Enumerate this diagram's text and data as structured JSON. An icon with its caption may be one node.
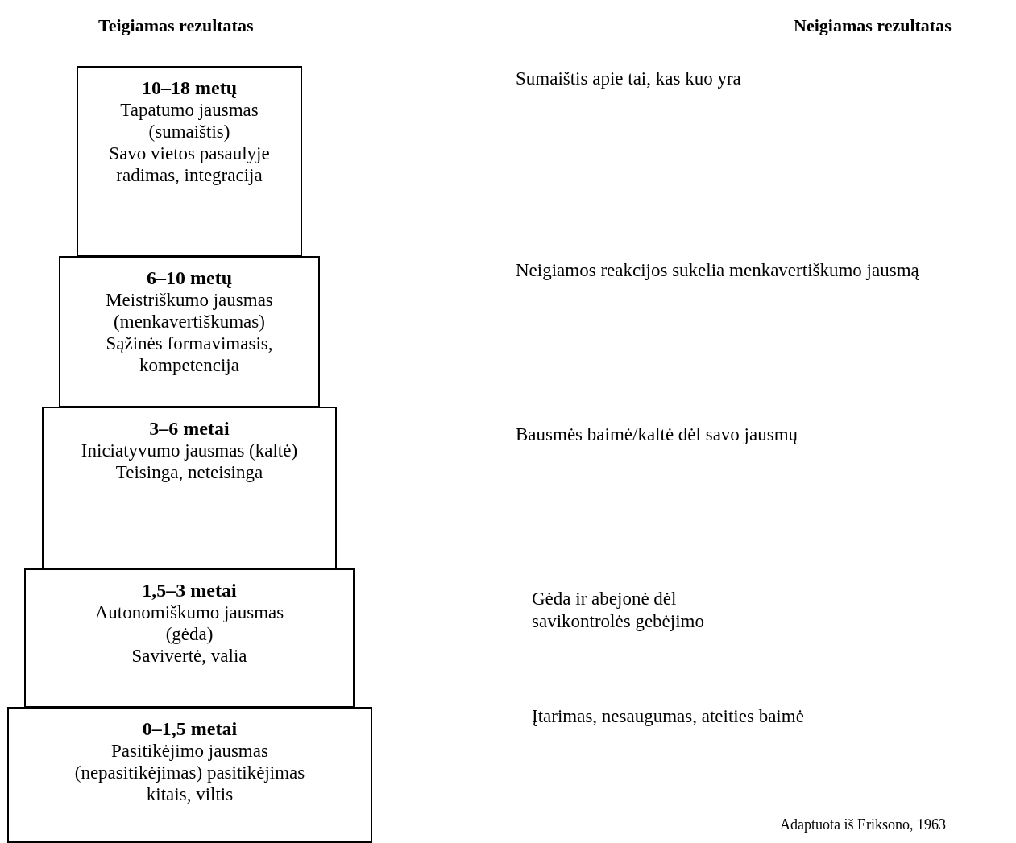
{
  "diagram": {
    "nodes": [
      {
        "text": [
          "10–18 metų",
          "Tapatumo jausmas",
          "(sumaištis)",
          "Savo vietos pasaulyje radimas, integracija"
        ]
      },
      {
        "text": [
          "6–10 metų",
          "Meistriškumo jausmas",
          "(menkavertiškumas)",
          "Sąžinės formavimasis, kompetencija"
        ]
      },
      {
        "text": [
          "3–6 metai",
          "Iniciatyvumo jausmas (kaltė) Teisinga, neteisinga"
        ]
      },
      {
        "text": [
          "1,5–3 metai",
          "Autonomiškumo jausmas",
          "(gėda)",
          "Savivertė, valia"
        ]
      },
      {
        "text": [
          "0–1,5 metai",
          "Pasitikėjimo jausmas",
          "(nepasitikėjimas) pasitikėjimas kitais, viltis"
        ]
      }
    ],
    "labels": [
      "Teigiamas rezultatas",
      "Neigiamas rezultatas",
      "Sumaištis apie tai, kas kuo yra",
      "Neigiamos reakcijos sukelia menkavertiškumo jausmą",
      "Bausmės baimė/kaltė dėl savo jausmų",
      "Gėda ir abejonė dėl savikontrolės gebėjimo",
      "Įtarimas, nesaugumas, ateities baimė",
      "Adaptuota iš Eriksono, 1963"
    ]
  }
}
